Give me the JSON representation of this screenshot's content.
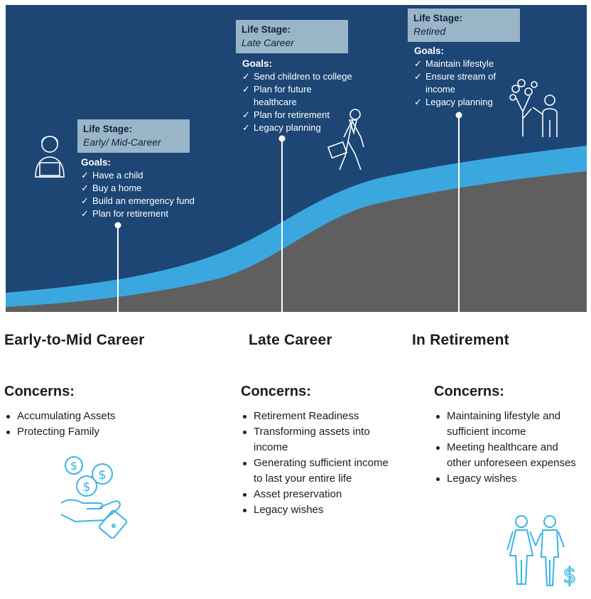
{
  "banner": {
    "colors": {
      "background": "#1d4675",
      "wave": "#3aa8df",
      "ground": "#5f5f5f",
      "box": "#9ab4c8"
    },
    "stages": [
      {
        "stage_label": "Life Stage:",
        "stage_value": "Early/ Mid-Career",
        "goals_label": "Goals:",
        "goals": [
          "Have a child",
          "Buy a home",
          "Build an emergency fund",
          "Plan for retirement"
        ],
        "icon": "person-laptop-icon"
      },
      {
        "stage_label": "Life Stage:",
        "stage_value": "Late Career",
        "goals_label": "Goals:",
        "goals": [
          "Send children to college",
          "Plan for future healthcare",
          "Plan for retirement",
          "Legacy planning"
        ],
        "icon": "walking-man-briefcase-icon"
      },
      {
        "stage_label": "Life Stage:",
        "stage_value": "Retired",
        "goals_label": "Goals:",
        "goals": [
          "Maintain lifestyle",
          "Ensure stream of income",
          "Legacy planning"
        ],
        "icon": "person-tree-icon"
      }
    ]
  },
  "sections": [
    {
      "title": "Early-to-Mid Career",
      "concerns_label": "Concerns:",
      "concerns": [
        "Accumulating Assets",
        "Protecting Family"
      ],
      "icon": "hand-coins-icon"
    },
    {
      "title": "Late Career",
      "concerns_label": "Concerns:",
      "concerns": [
        "Retirement Readiness",
        "Transforming assets into income",
        "Generating sufficient income to last your entire life",
        "Asset preservation",
        "Legacy wishes"
      ],
      "icon": ""
    },
    {
      "title": "In Retirement",
      "concerns_label": "Concerns:",
      "concerns": [
        "Maintaining lifestyle and sufficient income",
        "Meeting healthcare and other unforeseen expenses",
        "Legacy wishes"
      ],
      "icon": "retired-couple-dollar-icon"
    }
  ]
}
